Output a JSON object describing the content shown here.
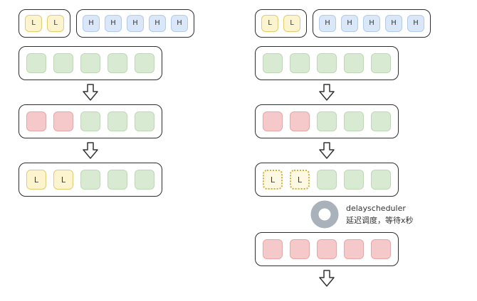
{
  "colors": {
    "yellow_fill": "#fcf3cf",
    "yellow_border": "#e2cd6f",
    "blue_fill": "#d9e7f8",
    "blue_border": "#b3cbea",
    "green_fill": "#d9ead3",
    "green_border": "#bdd8b4",
    "red_fill": "#f5c9c9",
    "red_border": "#e8a6a6",
    "dotted_yellow_border": "#cdb23e",
    "container_border": "#2e2e2e",
    "donut_gray": "#a9b2ba"
  },
  "left": {
    "low_queue": [
      "L",
      "L"
    ],
    "high_queue": [
      "H",
      "H",
      "H",
      "H",
      "H"
    ],
    "final_labels": [
      "L",
      "L"
    ]
  },
  "right": {
    "low_queue": [
      "L",
      "L"
    ],
    "high_queue": [
      "H",
      "H",
      "H",
      "H",
      "H"
    ],
    "delayed_labels": [
      "L",
      "L"
    ],
    "scheduler_name": "delayscheduler",
    "scheduler_desc": "延迟调度，等待x秒"
  }
}
